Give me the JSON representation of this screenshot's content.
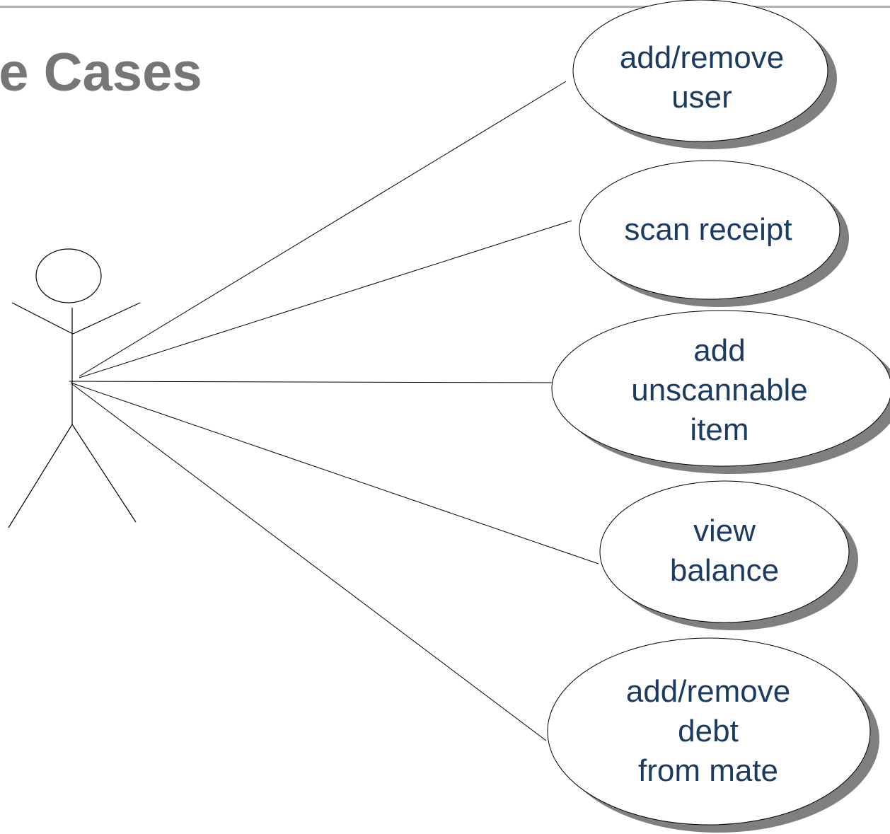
{
  "diagram": {
    "title": "se Cases",
    "actor": {
      "icon": "stick-figure-actor-icon"
    },
    "use_cases": [
      {
        "id": "add-remove-user",
        "label": "add/remove\nuser"
      },
      {
        "id": "scan-receipt",
        "label": "scan receipt"
      },
      {
        "id": "add-unscannable-item",
        "label": "add unscannable\nitem"
      },
      {
        "id": "view-balance",
        "label": "view balance"
      },
      {
        "id": "add-remove-debt",
        "label": "add/remove debt\nfrom mate"
      }
    ],
    "colors": {
      "title": "#767676",
      "use_case_text": "#1c3b63",
      "ellipse_shadow": "#7f7f7f",
      "lines": "#000000"
    }
  }
}
